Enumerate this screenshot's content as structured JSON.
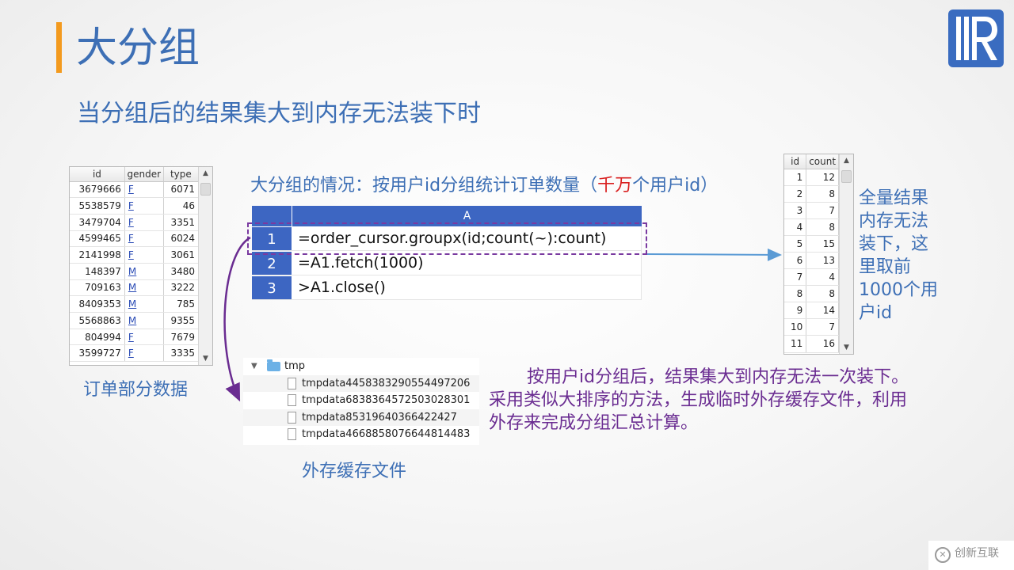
{
  "title": "大分组",
  "subtitle": "当分组后的结果集大到内存无法装下时",
  "order_table": {
    "headers": [
      "id",
      "gender",
      "type"
    ],
    "rows": [
      [
        "3679666",
        "F",
        "6071"
      ],
      [
        "5538579",
        "F",
        "46"
      ],
      [
        "3479704",
        "F",
        "3351"
      ],
      [
        "4599465",
        "F",
        "6024"
      ],
      [
        "2141998",
        "F",
        "3061"
      ],
      [
        "148397",
        "M",
        "3480"
      ],
      [
        "709163",
        "M",
        "3222"
      ],
      [
        "8409353",
        "M",
        "785"
      ],
      [
        "5568863",
        "M",
        "9355"
      ],
      [
        "804994",
        "F",
        "7679"
      ],
      [
        "3599727",
        "F",
        "3335"
      ]
    ],
    "caption": "订单部分数据"
  },
  "caption": {
    "prefix": "大分组的情况：按用户id分组统计订单数量（",
    "highlight": "千万",
    "suffix": "个用户id）",
    "highlight_color": "#d92020"
  },
  "code_grid": {
    "column": "A",
    "rows": [
      {
        "num": "1",
        "code": "=order_cursor.groupx(id;count(~):count)"
      },
      {
        "num": "2",
        "code": "=A1.fetch(1000)"
      },
      {
        "num": "3",
        "code": ">A1.close()"
      }
    ]
  },
  "files": {
    "folder": "tmp",
    "items": [
      "tmpdata4458383290554497206",
      "tmpdata6838364572503028301",
      "tmpdata85319640366422427",
      "tmpdata4668858076644814483"
    ],
    "caption": "外存缓存文件"
  },
  "note": "按用户id分组后，结果集大到内存无法一次装下。采用类似大排序的方法，生成临时外存缓存文件，利用外存来完成分组汇总计算。",
  "result_table": {
    "headers": [
      "id",
      "count"
    ],
    "rows": [
      [
        "1",
        "12"
      ],
      [
        "2",
        "8"
      ],
      [
        "3",
        "7"
      ],
      [
        "4",
        "8"
      ],
      [
        "5",
        "15"
      ],
      [
        "6",
        "13"
      ],
      [
        "7",
        "4"
      ],
      [
        "8",
        "8"
      ],
      [
        "9",
        "14"
      ],
      [
        "10",
        "7"
      ],
      [
        "11",
        "16"
      ]
    ]
  },
  "result_note": "全量结果内存无法装下，这里取前1000个用户id",
  "watermark": "创新互联",
  "colors": {
    "accent": "#f39a1e",
    "primary": "#3d6fb5",
    "grid": "#3d66c2",
    "purple": "#6a2c91"
  }
}
